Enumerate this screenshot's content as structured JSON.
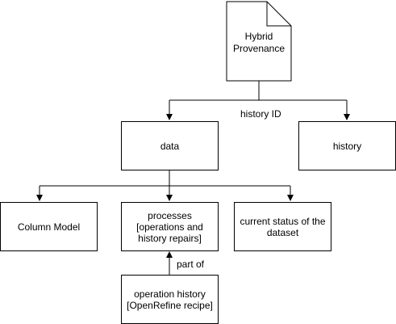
{
  "nodes": {
    "root": "Hybrid\nProvenance",
    "data": "data",
    "history": "history",
    "column_model": "Column Model",
    "processes": "processes\n[operations and\nhistory repairs]",
    "current_status": "current status of the\ndataset",
    "operation_history": "operation history\n[OpenRefine recipe]"
  },
  "edges": {
    "root_split_label": "history ID",
    "part_of_label": "part of"
  },
  "colors": {
    "stroke": "#000000",
    "fill": "#ffffff"
  }
}
